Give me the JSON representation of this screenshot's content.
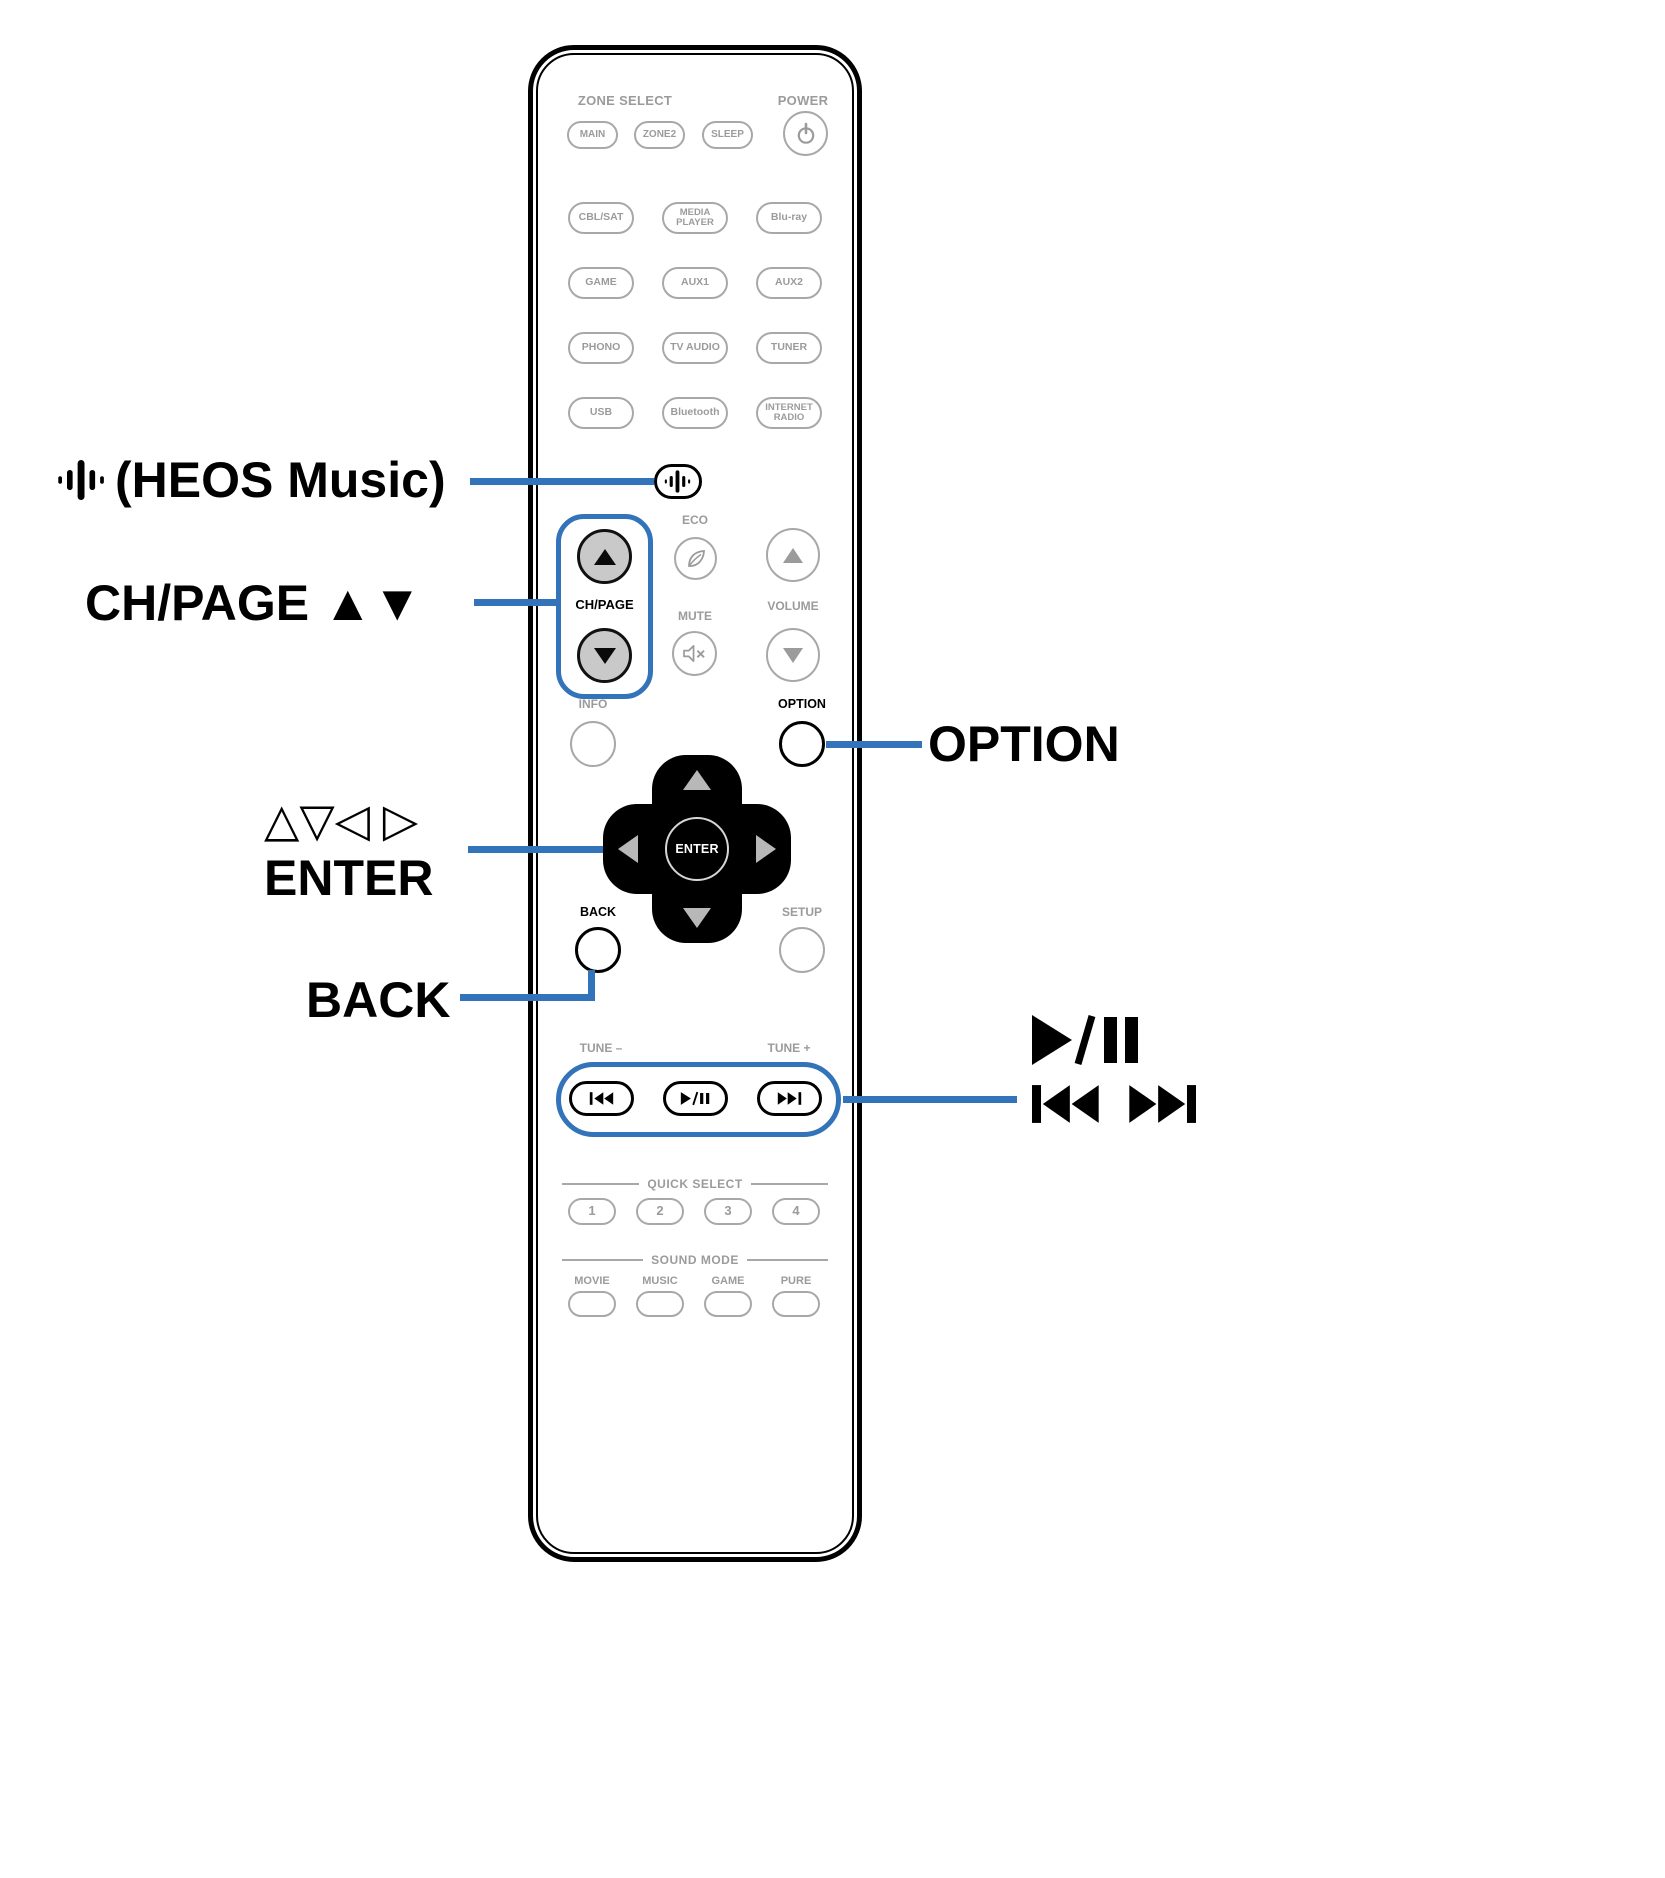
{
  "accent": "#3273b9",
  "callouts": {
    "heos_music": "(HEOS Music)",
    "ch_page": "CH/PAGE ▲▼",
    "cursor": "△▽◁ ▷",
    "enter": "ENTER",
    "back": "BACK",
    "option": "OPTION"
  },
  "icons": {
    "heos_button": "heos-music-icon",
    "power": "power-icon",
    "eco": "leaf-icon",
    "mute": "mute-speaker-icon",
    "play_pause": "play-pause-icon",
    "skip_back": "skip-back-icon",
    "skip_forward": "skip-forward-icon"
  },
  "remote": {
    "zone_select_title": "ZONE SELECT",
    "power_title": "POWER",
    "zones": [
      "MAIN",
      "ZONE2",
      "SLEEP"
    ],
    "sources": [
      "CBL/SAT",
      "MEDIA PLAYER",
      "Blu-ray",
      "GAME",
      "AUX1",
      "AUX2",
      "PHONO",
      "TV AUDIO",
      "TUNER",
      "USB",
      "Bluetooth",
      "INTERNET RADIO"
    ],
    "eco": "ECO",
    "ch_page": "CH/PAGE",
    "mute": "MUTE",
    "volume": "VOLUME",
    "info": "INFO",
    "option": "OPTION",
    "enter": "ENTER",
    "back": "BACK",
    "setup": "SETUP",
    "tune_minus": "TUNE –",
    "tune_plus": "TUNE +",
    "quick_select_title": "QUICK SELECT",
    "quick_select": [
      "1",
      "2",
      "3",
      "4"
    ],
    "sound_mode_title": "SOUND MODE",
    "sound_modes": [
      "MOVIE",
      "MUSIC",
      "GAME",
      "PURE"
    ]
  }
}
